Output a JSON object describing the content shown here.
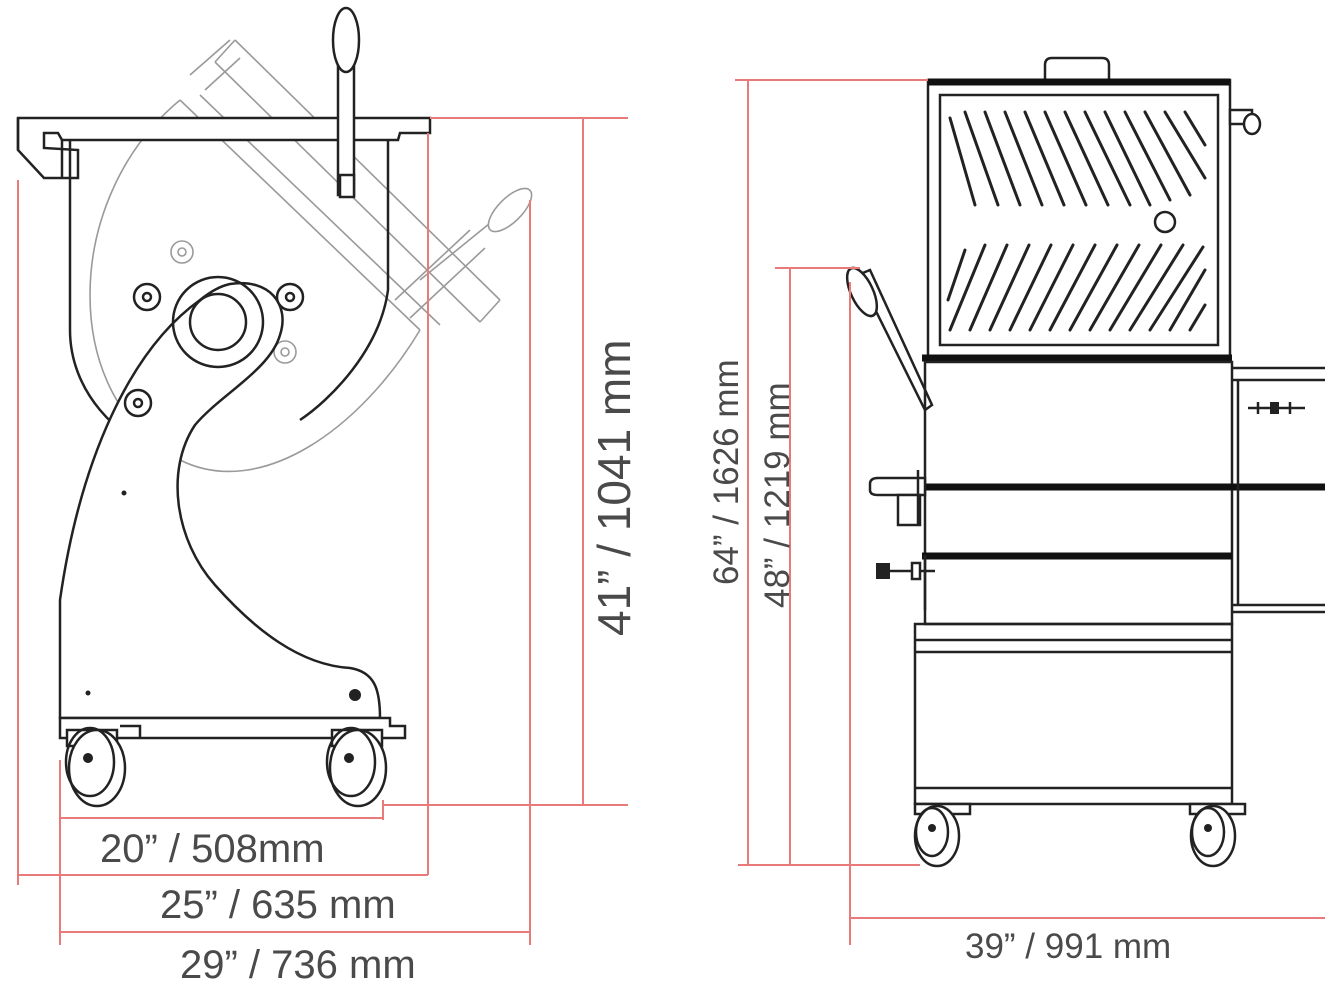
{
  "dimensions": {
    "side_height": "41” / 1041 mm",
    "side_width_inner": "20” / 508mm",
    "side_width_mid": "25” / 635 mm",
    "side_width_outer": "29” / 736 mm",
    "front_height_total": "64” / 1626 mm",
    "front_height_lid": "48” / 1219 mm",
    "front_width": "39” / 991 mm"
  },
  "colors": {
    "dimension_line": "#e87a7a",
    "outline": "#222222",
    "ghost_outline": "#9a9a9a",
    "text": "#4a4a4a"
  }
}
